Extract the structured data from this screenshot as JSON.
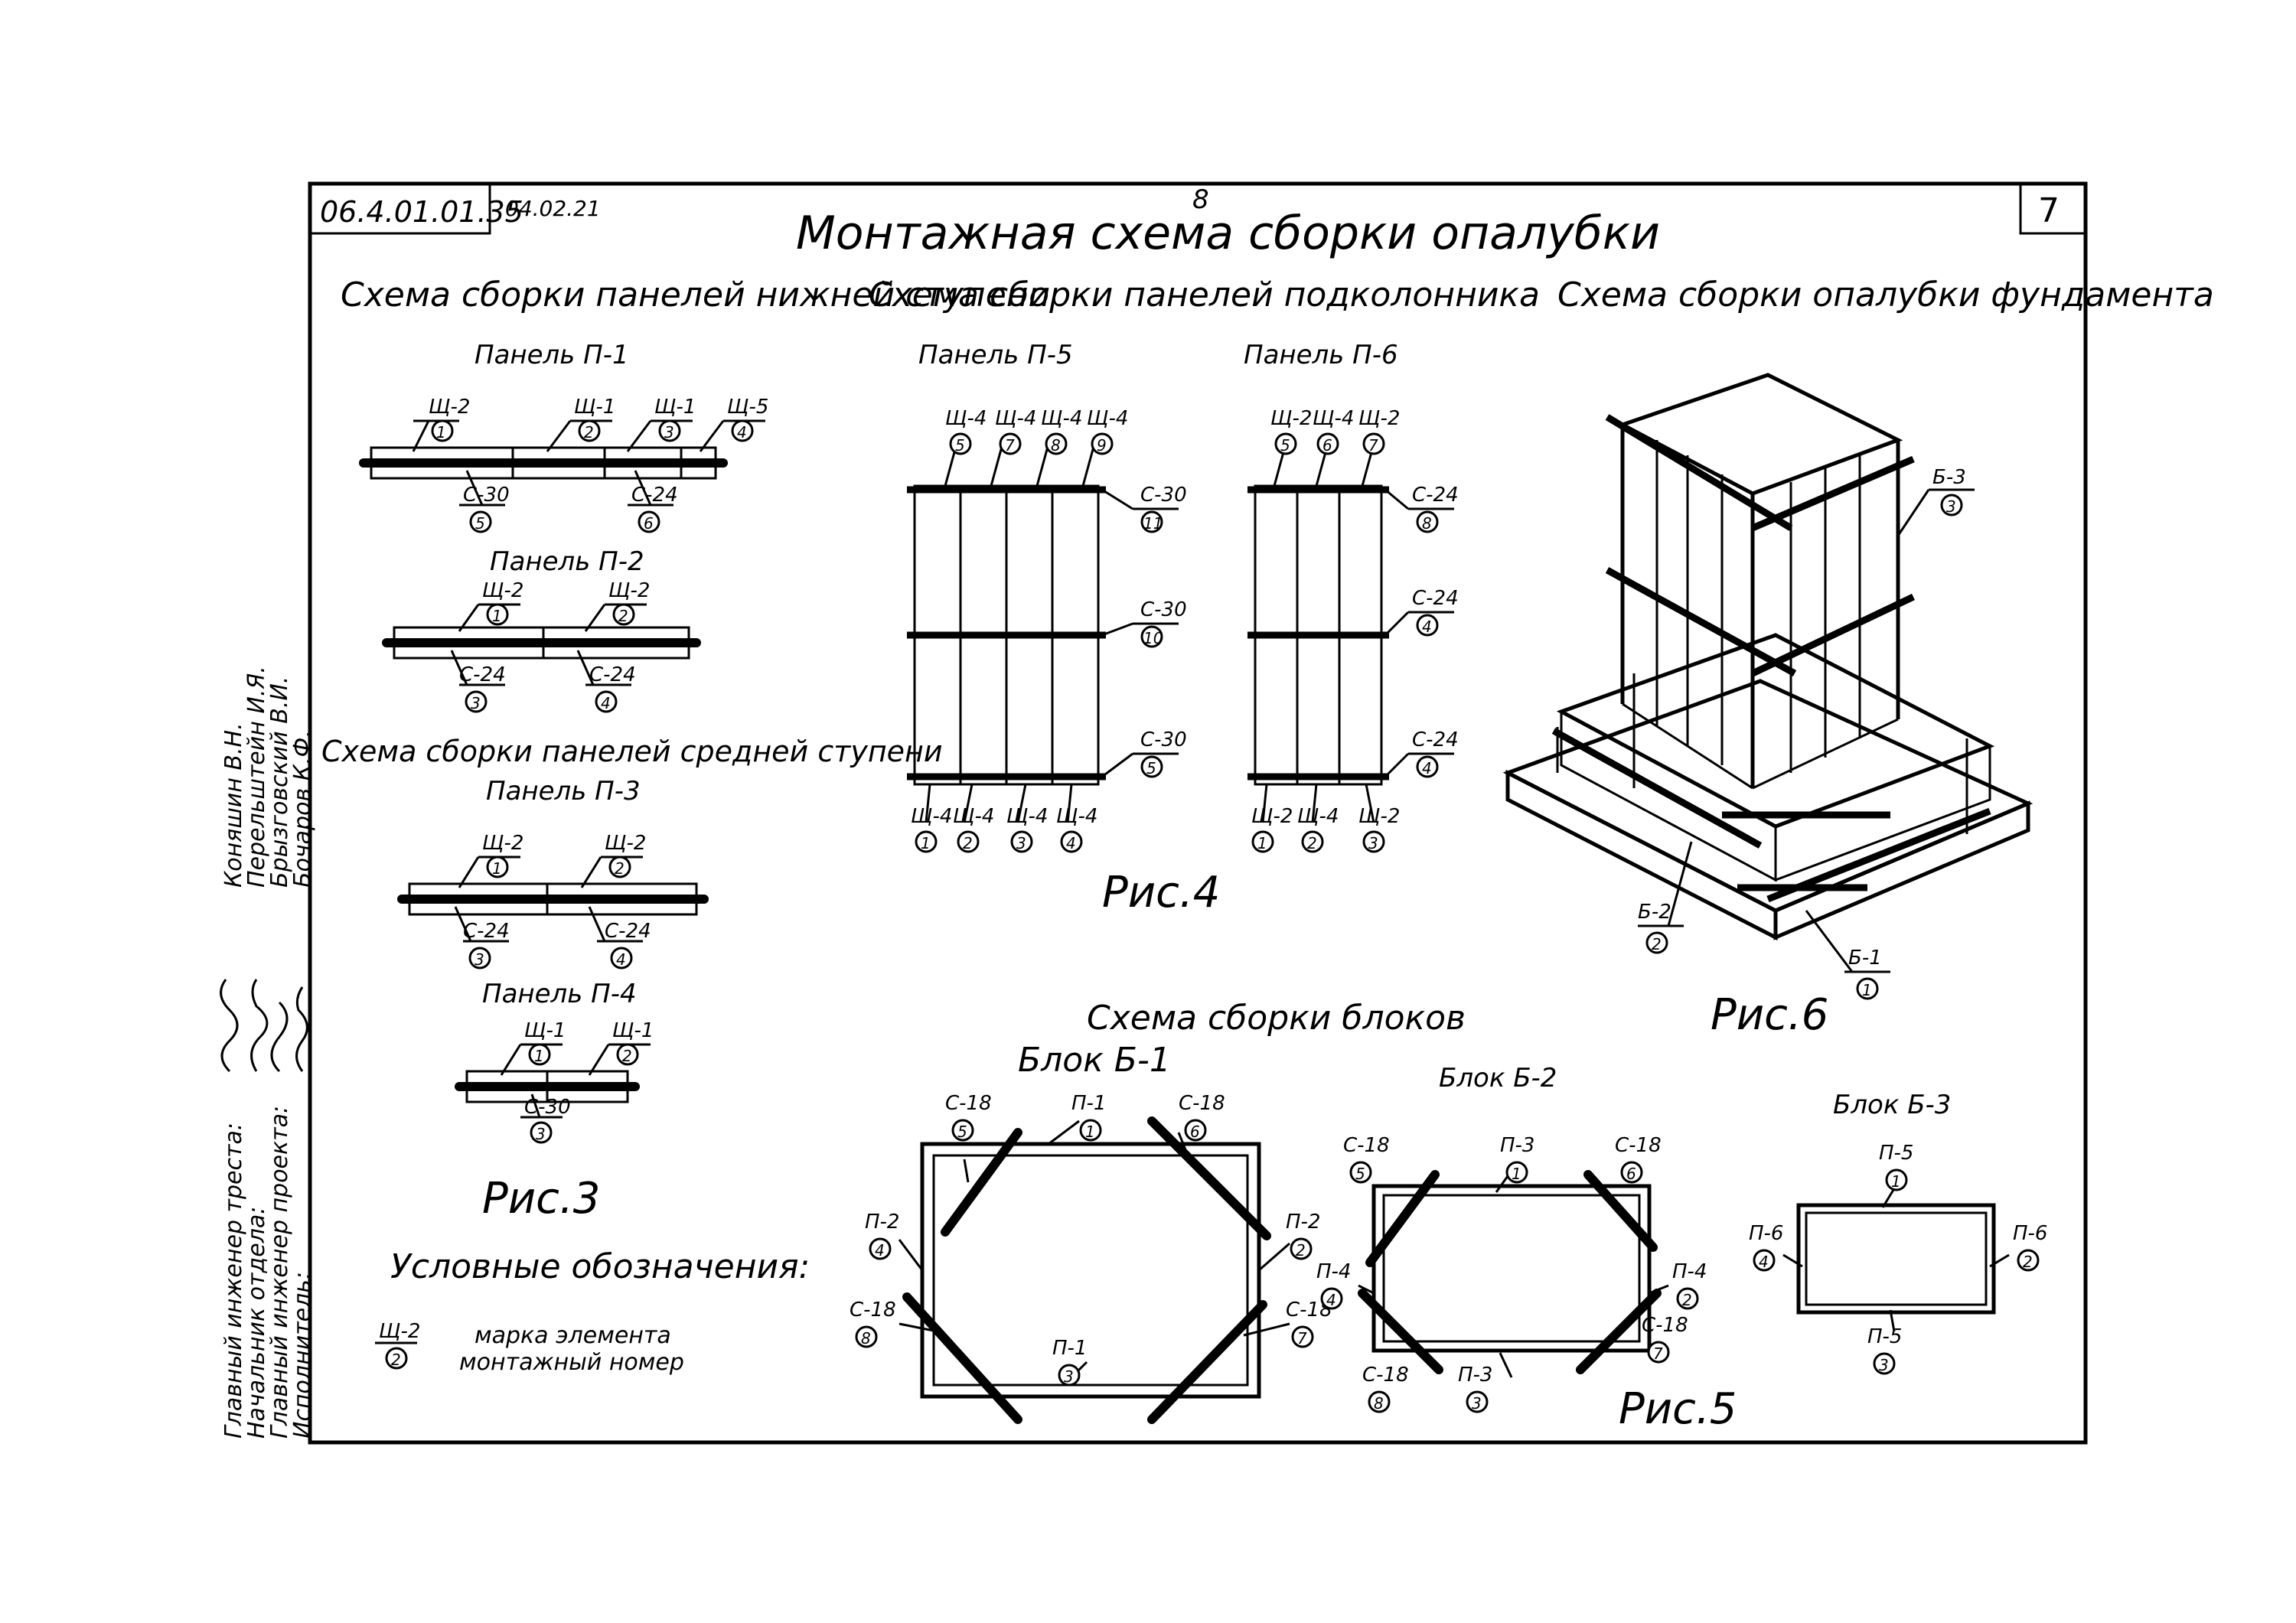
{
  "sheet": {
    "code": "06.4.01.01.35",
    "date": "04.02.21",
    "page_top": "8",
    "page_corner": "7",
    "title": "Монтажная схема сборки опалубки"
  },
  "stamp": {
    "roles": [
      "Главный инженер треста:",
      "Начальник отдела:",
      "Главный инженер проекта:",
      "Исполнитель:"
    ],
    "names": [
      "Коняшин В.Н.",
      "Перельштейн И.Я.",
      "Брызговский В.И.",
      "Бочаров К.Ф."
    ]
  },
  "fig3": {
    "heading_lower": "Схема сборки панелей нижней ступени",
    "heading_middle": "Схема сборки панелей средней ступени",
    "p1": {
      "title": "Панель П-1",
      "top": [
        [
          "Щ-2",
          "1"
        ],
        [
          "Щ-1",
          "2"
        ],
        [
          "Щ-1",
          "3"
        ],
        [
          "Щ-5",
          "4"
        ]
      ],
      "bottom": [
        [
          "С-30",
          "5"
        ],
        [
          "С-24",
          "6"
        ]
      ]
    },
    "p2": {
      "title": "Панель П-2",
      "top": [
        [
          "Щ-2",
          "1"
        ],
        [
          "Щ-2",
          "2"
        ]
      ],
      "bottom": [
        [
          "С-24",
          "3"
        ],
        [
          "С-24",
          "4"
        ]
      ]
    },
    "p3": {
      "title": "Панель П-3",
      "top": [
        [
          "Щ-2",
          "1"
        ],
        [
          "Щ-2",
          "2"
        ]
      ],
      "bottom": [
        [
          "С-24",
          "3"
        ],
        [
          "С-24",
          "4"
        ]
      ]
    },
    "p4": {
      "title": "Панель П-4",
      "top": [
        [
          "Щ-1",
          "1"
        ],
        [
          "Щ-1",
          "2"
        ]
      ],
      "bottom": [
        [
          "С-30",
          "3"
        ]
      ]
    },
    "caption": "Рис.3"
  },
  "fig4": {
    "heading": "Схема сборки панелей подколонника",
    "p5": {
      "title": "Панель П-5",
      "top": [
        [
          "Щ-4",
          "5"
        ],
        [
          "Щ-4",
          "7"
        ],
        [
          "Щ-4",
          "8"
        ],
        [
          "Щ-4",
          "9"
        ]
      ],
      "ribs": [
        [
          "С-30",
          "11"
        ],
        [
          "С-30",
          "10"
        ],
        [
          "С-30",
          "5"
        ]
      ],
      "bottom": [
        [
          "Щ-4",
          "1"
        ],
        [
          "Щ-4",
          "2"
        ],
        [
          "Щ-4",
          "3"
        ],
        [
          "Щ-4",
          "4"
        ]
      ]
    },
    "p6": {
      "title": "Панель П-6",
      "top": [
        [
          "Щ-2",
          "5"
        ],
        [
          "Щ-4",
          "6"
        ],
        [
          "Щ-2",
          "7"
        ]
      ],
      "ribs": [
        [
          "С-24",
          "8"
        ],
        [
          "С-24",
          "4"
        ],
        [
          "С-24",
          "4"
        ]
      ],
      "bottom": [
        [
          "Щ-2",
          "1"
        ],
        [
          "Щ-4",
          "2"
        ],
        [
          "Щ-2",
          "3"
        ]
      ]
    },
    "caption": "Рис.4"
  },
  "fig6": {
    "heading": "Схема сборки опалубки фундамента",
    "labels": [
      [
        "Б-3",
        "3"
      ],
      [
        "Б-2",
        "2"
      ],
      [
        "Б-1",
        "1"
      ]
    ],
    "caption": "Рис.6"
  },
  "fig5": {
    "heading": "Схема сборки блоков",
    "b1": {
      "title": "Блок Б-1",
      "labels": [
        [
          "С-18",
          "5"
        ],
        [
          "П-1",
          "1"
        ],
        [
          "С-18",
          "6"
        ],
        [
          "П-2",
          "4"
        ],
        [
          "П-2",
          "2"
        ],
        [
          "С-18",
          "8"
        ],
        [
          "С-18",
          "7"
        ],
        [
          "П-1",
          "3"
        ]
      ]
    },
    "b2": {
      "title": "Блок Б-2",
      "labels": [
        [
          "С-18",
          "5"
        ],
        [
          "П-3",
          "1"
        ],
        [
          "С-18",
          "6"
        ],
        [
          "П-4",
          "4"
        ],
        [
          "П-4",
          "2"
        ],
        [
          "С-18",
          "8"
        ],
        [
          "П-3",
          "3"
        ],
        [
          "С-18",
          "7"
        ]
      ]
    },
    "b3": {
      "title": "Блок Б-3",
      "labels": [
        [
          "П-5",
          "1"
        ],
        [
          "П-6",
          "4"
        ],
        [
          "П-6",
          "2"
        ],
        [
          "П-5",
          "3"
        ]
      ]
    },
    "caption": "Рис.5"
  },
  "legend": {
    "title": "Условные обозначения:",
    "sample_mark": "Щ-2",
    "sample_num": "2",
    "line1": "марка элемента",
    "line2": "монтажный номер"
  }
}
